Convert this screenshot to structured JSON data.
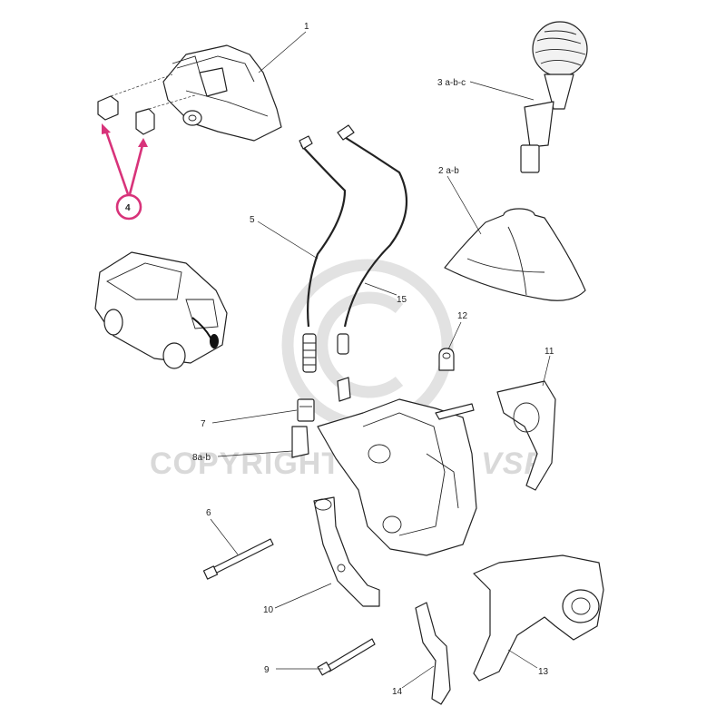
{
  "watermark": {
    "text": "COPYRIGHT",
    "text_suffix": "by VSP"
  },
  "callouts": {
    "c1": "1",
    "c2": "2 a-b",
    "c3": "3 a-b-c",
    "c4": "4",
    "c5": "5",
    "c6": "6",
    "c7": "7",
    "c8": "8a-b",
    "c9": "9",
    "c10": "10",
    "c11": "11",
    "c12": "12",
    "c13": "13",
    "c14": "14",
    "c15": "15"
  },
  "colors": {
    "highlight": "#d8337a",
    "line": "#222222",
    "watermark": "#d9d9d9"
  }
}
